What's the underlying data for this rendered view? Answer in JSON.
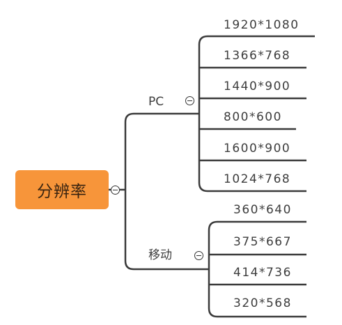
{
  "root": {
    "label": "分辨率"
  },
  "branches": [
    {
      "label": "PC",
      "children": [
        "1920*1080",
        "1366*768",
        "1440*900",
        "800*600",
        "1600*900",
        "1024*768"
      ]
    },
    {
      "label": "移动",
      "children": [
        "360*640",
        "375*667",
        "414*736",
        "320*568"
      ]
    }
  ],
  "colors": {
    "root_fill": "#F7953A",
    "line": "#3a3a3a"
  }
}
